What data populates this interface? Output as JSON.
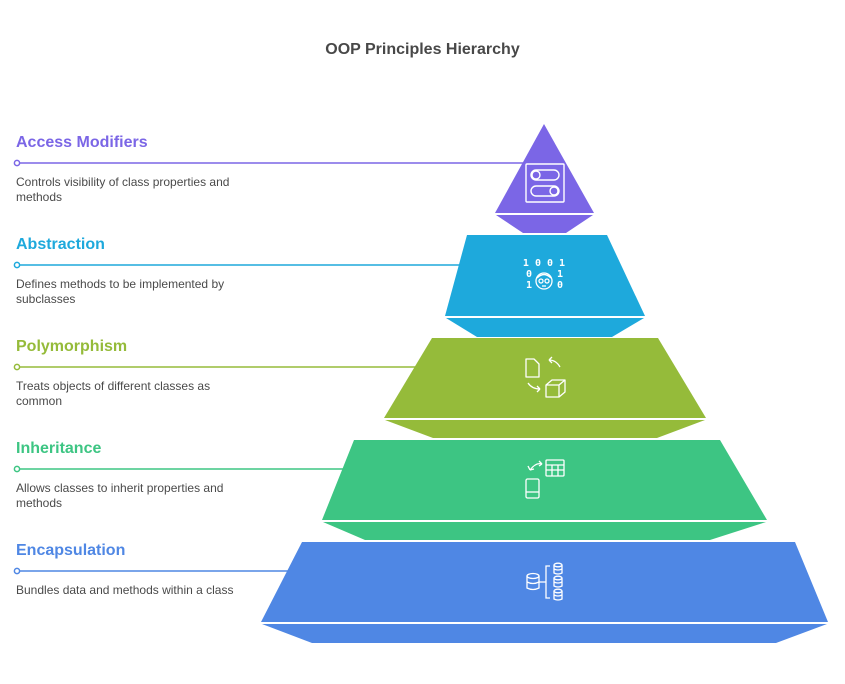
{
  "title": "OOP Principles Hierarchy",
  "levels": [
    {
      "name": "Access Modifiers",
      "description": "Controls visibility of class properties and methods",
      "color": "#7b66e6",
      "icon": "toggle-switches-icon"
    },
    {
      "name": "Abstraction",
      "description": "Defines methods to be implemented by subclasses",
      "color": "#1ea9dc",
      "icon": "binary-person-icon"
    },
    {
      "name": "Polymorphism",
      "description": "Treats objects of different classes as common",
      "color": "#95bb3a",
      "icon": "document-to-cube-icon"
    },
    {
      "name": "Inheritance",
      "description": "Allows classes to inherit properties and methods",
      "color": "#3dc583",
      "icon": "device-table-exchange-icon"
    },
    {
      "name": "Encapsulation",
      "description": "Bundles data and methods within a class",
      "color": "#4f87e4",
      "icon": "database-hierarchy-icon"
    }
  ],
  "icon_digits": {
    "row1": "1 0 0 1",
    "row2_left": "0",
    "row2_right": "1",
    "row3_left": "1",
    "row3_right": "0"
  }
}
